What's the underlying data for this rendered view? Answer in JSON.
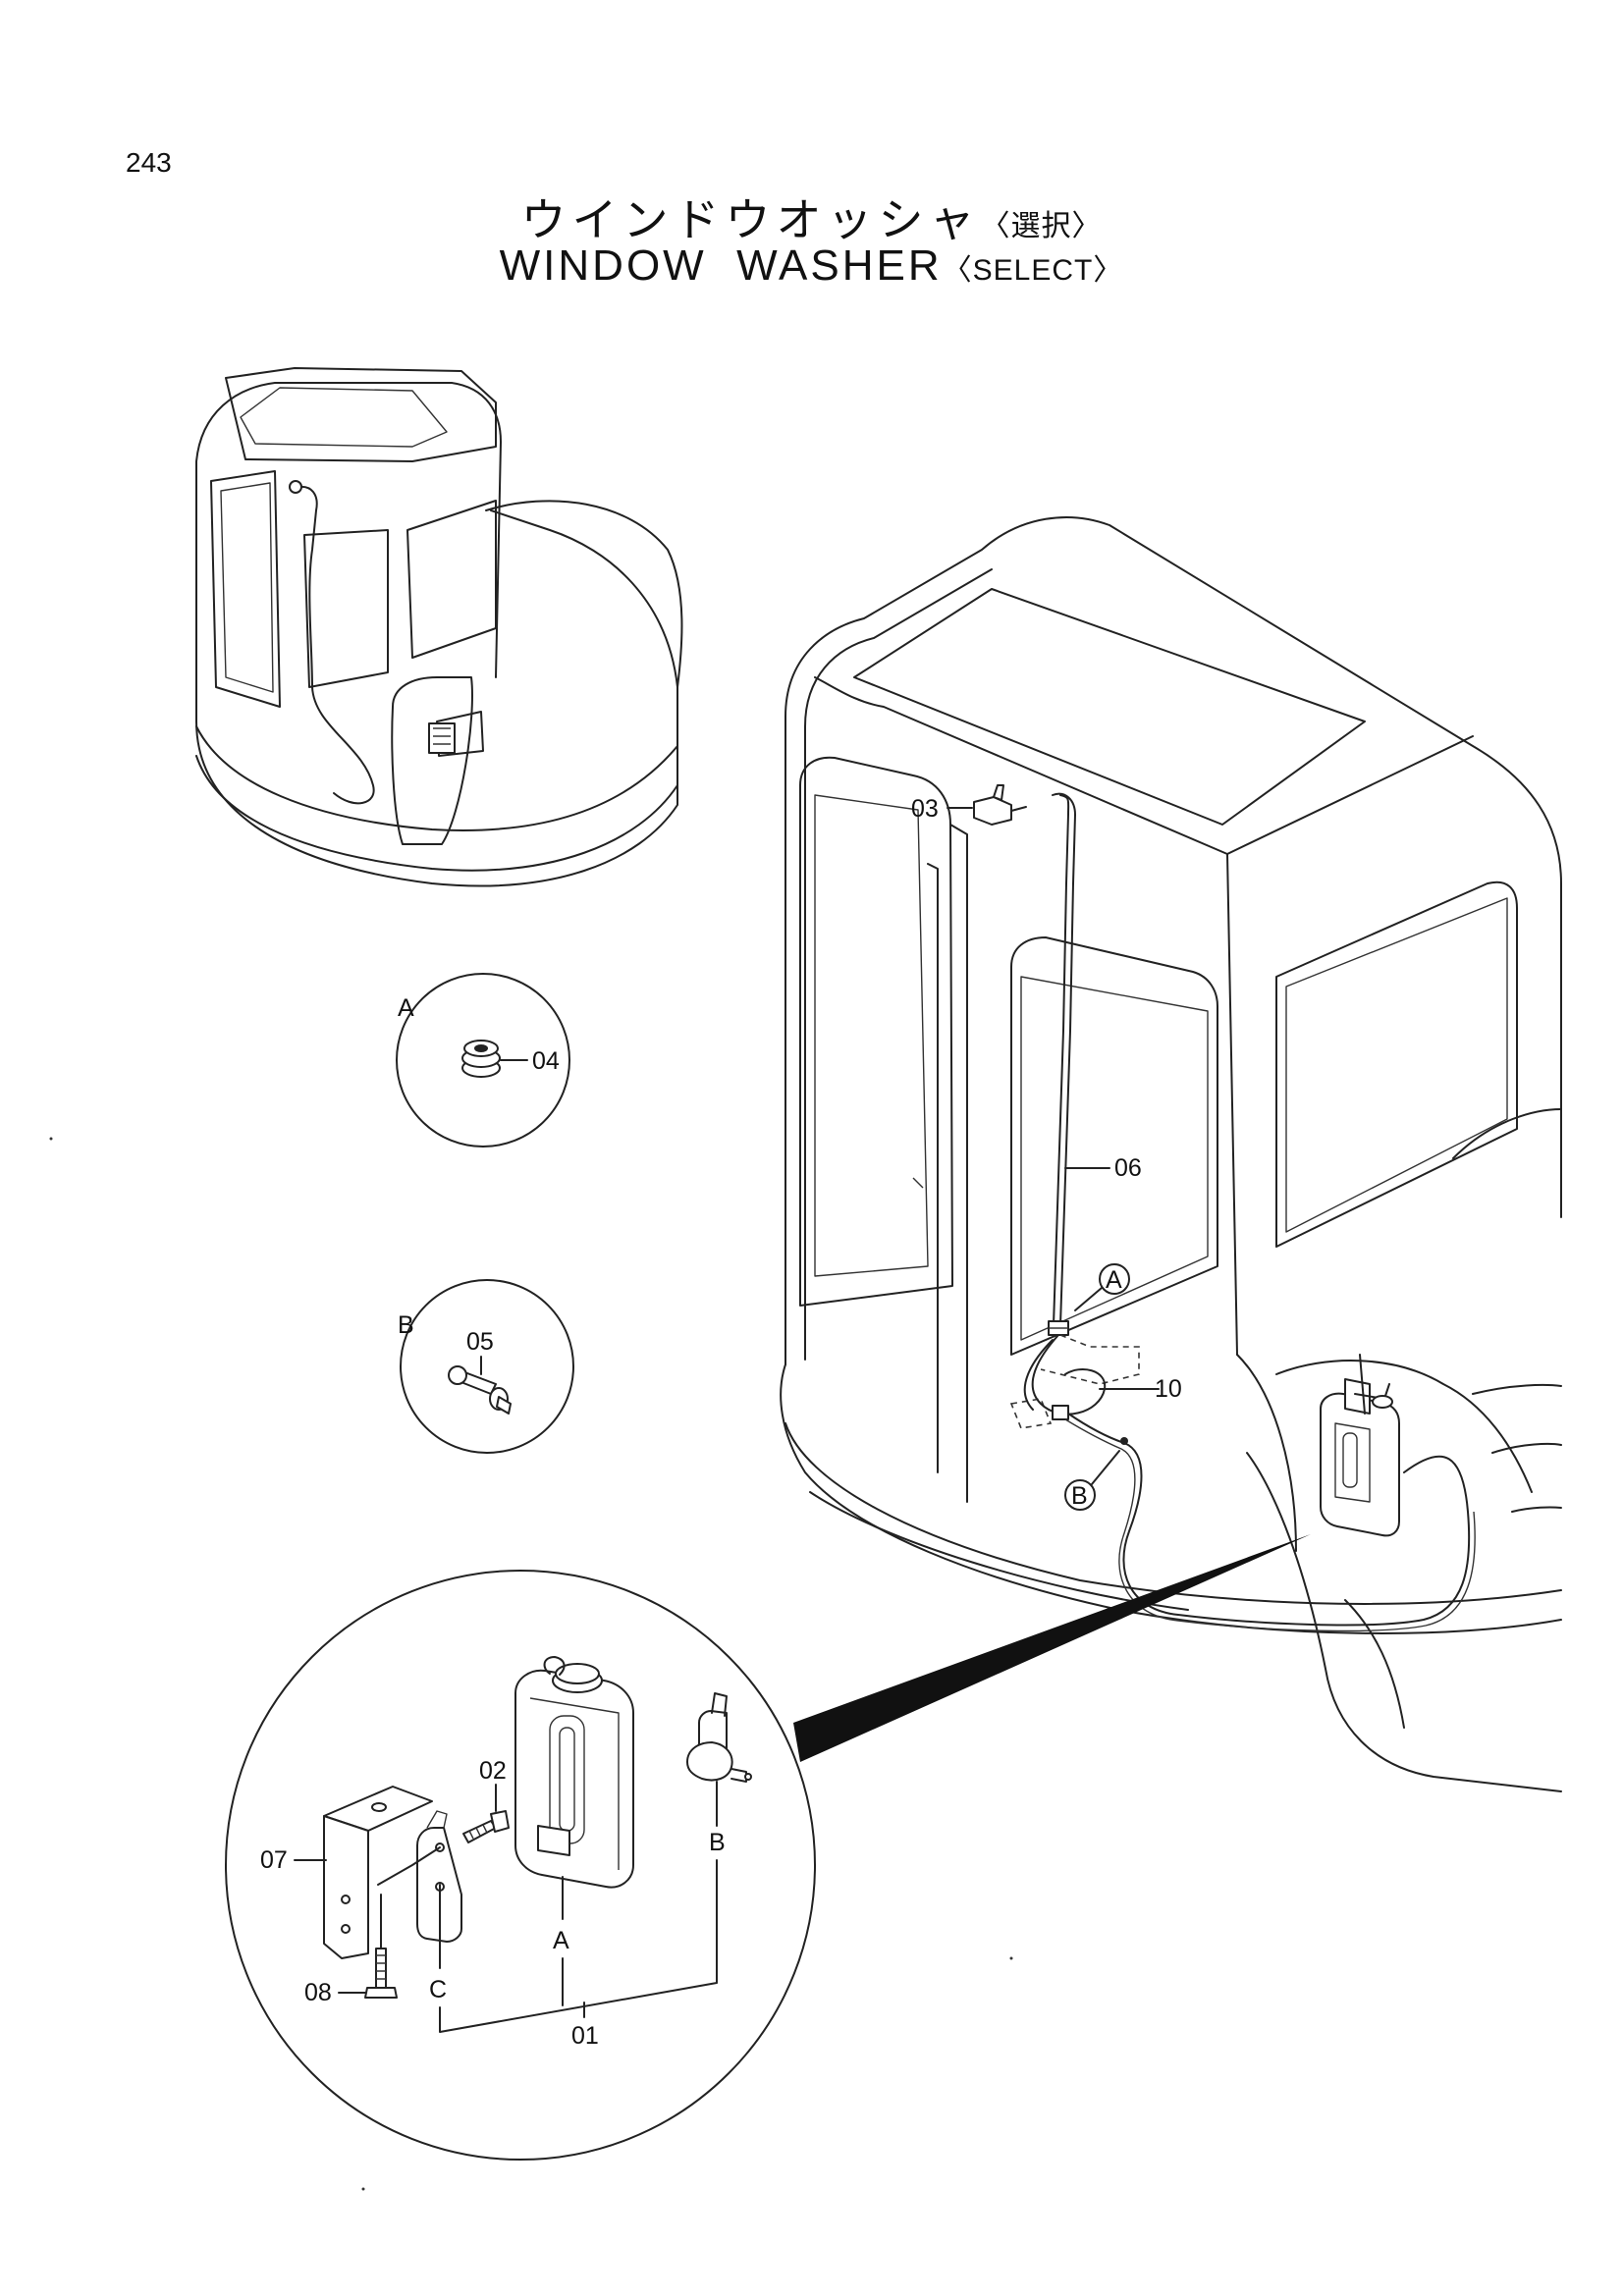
{
  "page_number": "243",
  "title": {
    "japanese": "ウインドウオッシャ",
    "japanese_select": "〈選択〉",
    "english": "WINDOW  WASHER",
    "english_select": "〈SELECT〉"
  },
  "callouts": {
    "p01": "01",
    "p02": "02",
    "p03": "03",
    "p04": "04",
    "p05": "05",
    "p06": "06",
    "p07": "07",
    "p08": "08",
    "p10": "10"
  },
  "reference_letters": {
    "a": "A",
    "b": "B",
    "c": "C"
  }
}
